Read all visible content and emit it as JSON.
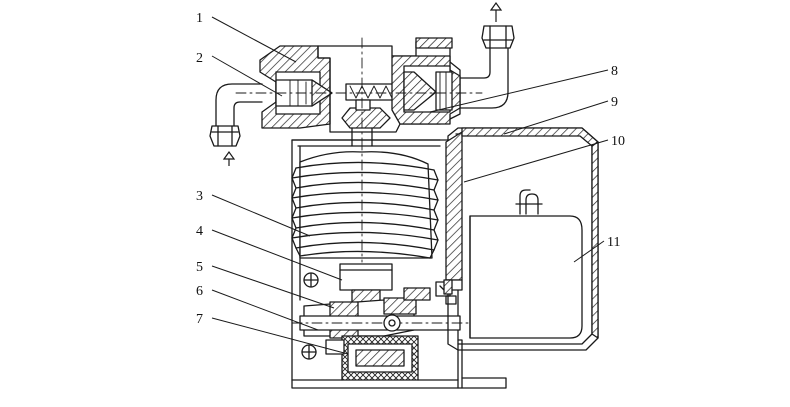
{
  "diagram": {
    "colors": {
      "ink": "#1a1a1a",
      "background": "#ffffff",
      "hatch": "#2a2a2a"
    },
    "labels": {
      "l1": "1",
      "l2": "2",
      "l3": "3",
      "l4": "4",
      "l5": "5",
      "l6": "6",
      "l7": "7",
      "l8": "8",
      "l9": "9",
      "l10": "10",
      "l11": "11"
    },
    "flow_arrows": [
      "outlet-arrow-up",
      "inlet-arrow-up"
    ]
  }
}
